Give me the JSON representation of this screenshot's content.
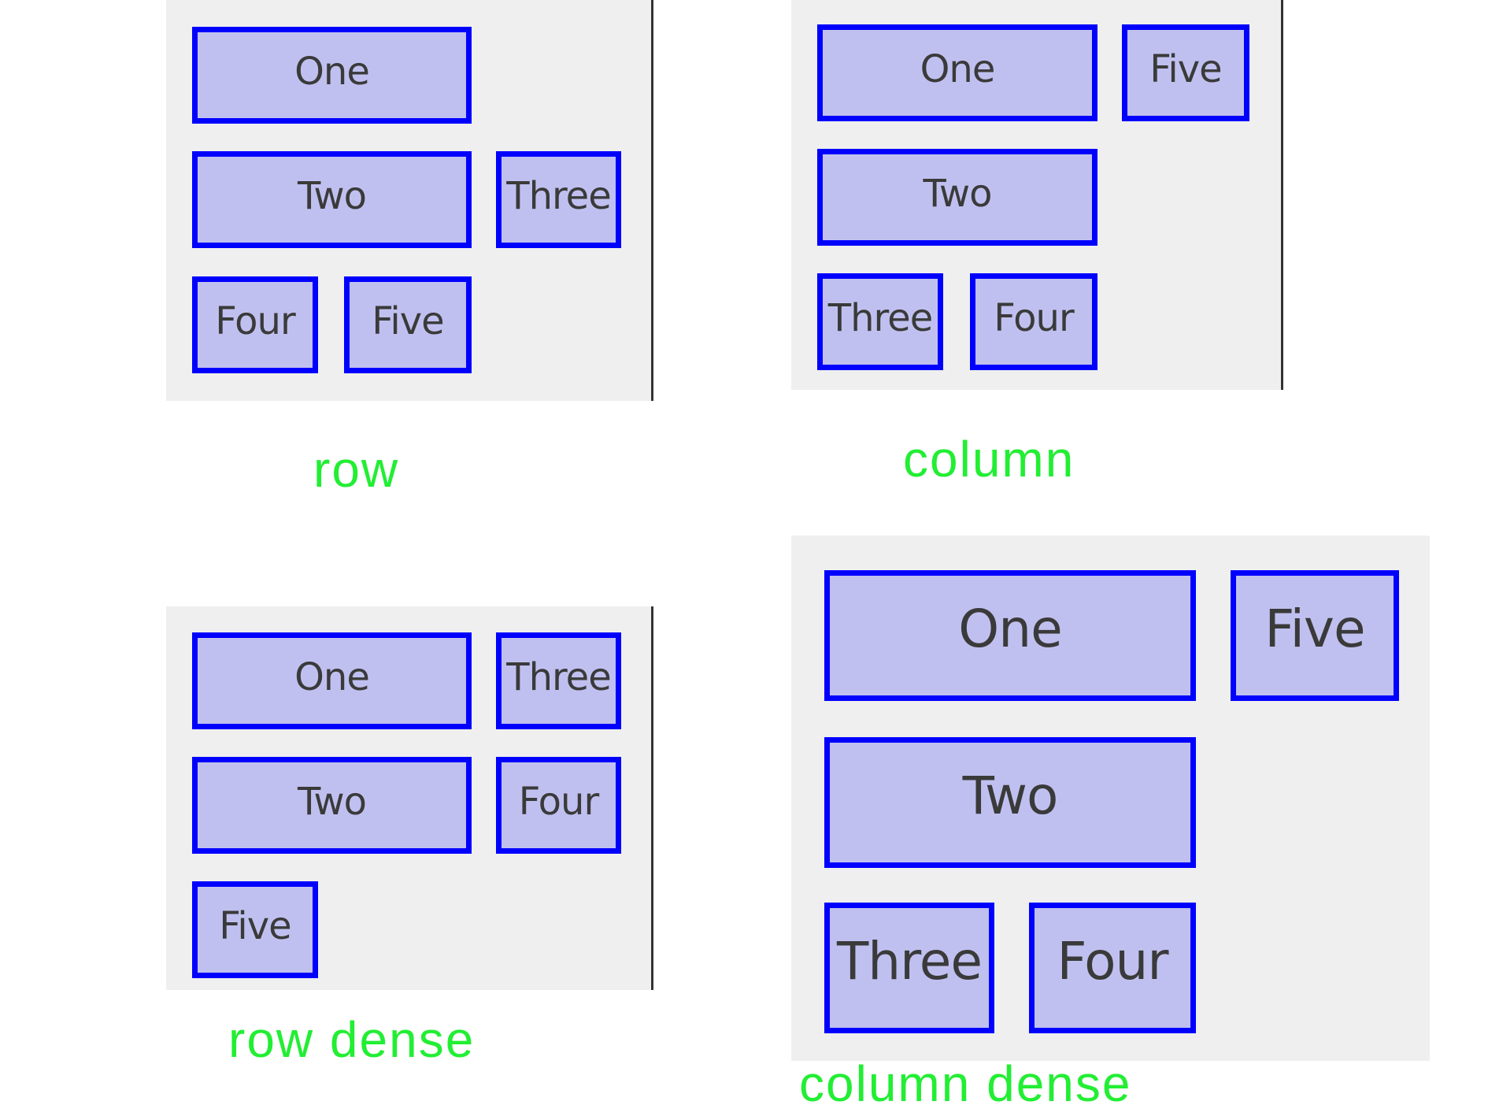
{
  "panels": [
    {
      "id": "row",
      "caption": "row",
      "items": [
        "One",
        "Two",
        "Three",
        "Four",
        "Five"
      ]
    },
    {
      "id": "column",
      "caption": "column",
      "items": [
        "One",
        "Five",
        "Two",
        "Three",
        "Four"
      ]
    },
    {
      "id": "row_dense",
      "caption": "row dense",
      "items": [
        "One",
        "Three",
        "Two",
        "Four",
        "Five"
      ]
    },
    {
      "id": "column_dense",
      "caption": "column dense",
      "items": [
        "One",
        "Five",
        "Two",
        "Three",
        "Four"
      ]
    }
  ],
  "colors": {
    "panel_background": "#efefef",
    "box_fill": "#c0c0f0",
    "box_border": "#0000ff",
    "box_text": "#3a3a3a",
    "caption": "#22ee33"
  }
}
